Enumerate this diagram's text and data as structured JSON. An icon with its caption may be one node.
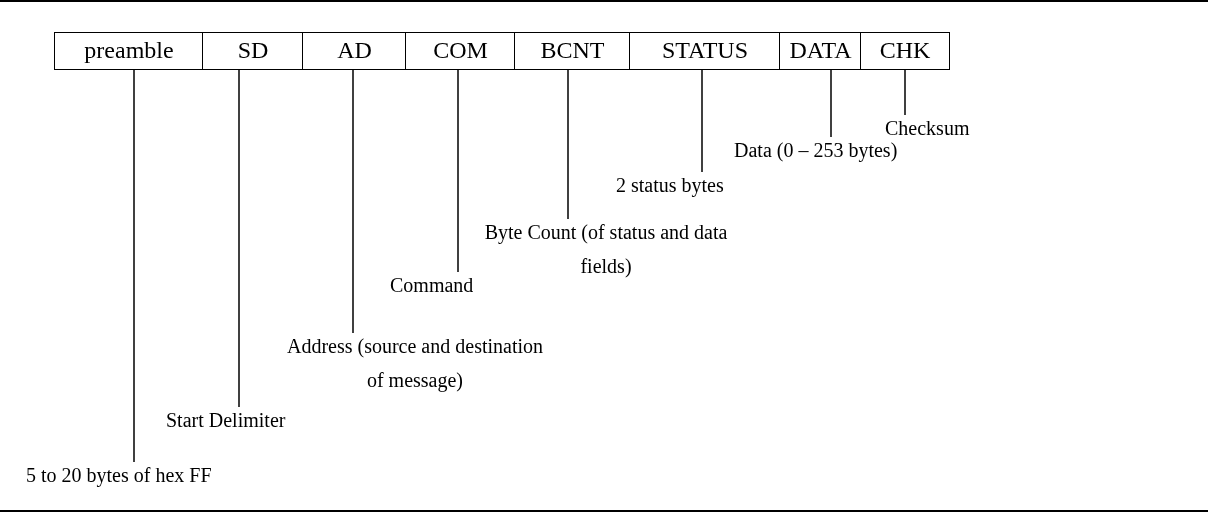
{
  "diagram": {
    "nodes": [
      {
        "text": [
          "preamble"
        ]
      },
      {
        "text": [
          "SD"
        ]
      },
      {
        "text": [
          "AD"
        ]
      },
      {
        "text": [
          "COM"
        ]
      },
      {
        "text": [
          "BCNT"
        ]
      },
      {
        "text": [
          "STATUS"
        ]
      },
      {
        "text": [
          "DATA"
        ]
      },
      {
        "text": [
          "CHK"
        ]
      },
      {
        "text": [
          "Checksum"
        ]
      },
      {
        "text": [
          "Data (0 – 253 bytes)"
        ]
      },
      {
        "text": [
          "2 status bytes"
        ]
      },
      {
        "text": [
          "Byte Count (of status and data fields)"
        ]
      },
      {
        "text": [
          "Command"
        ]
      },
      {
        "text": [
          "Address (source and destination of message)"
        ]
      },
      {
        "text": [
          "Start Delimiter"
        ]
      },
      {
        "text": [
          "5 to 20 bytes of hex FF"
        ]
      }
    ],
    "edges": [
      {
        "from": 8,
        "to": 7,
        "arrow": "none"
      },
      {
        "from": 9,
        "to": 6,
        "arrow": "none"
      },
      {
        "from": 10,
        "to": 5,
        "arrow": "none"
      },
      {
        "from": 11,
        "to": 4,
        "arrow": "none"
      },
      {
        "from": 12,
        "to": 3,
        "arrow": "none"
      },
      {
        "from": 13,
        "to": 2,
        "arrow": "none"
      },
      {
        "from": 14,
        "to": 1,
        "arrow": "none"
      },
      {
        "from": 15,
        "to": 0,
        "arrow": "none"
      }
    ]
  }
}
